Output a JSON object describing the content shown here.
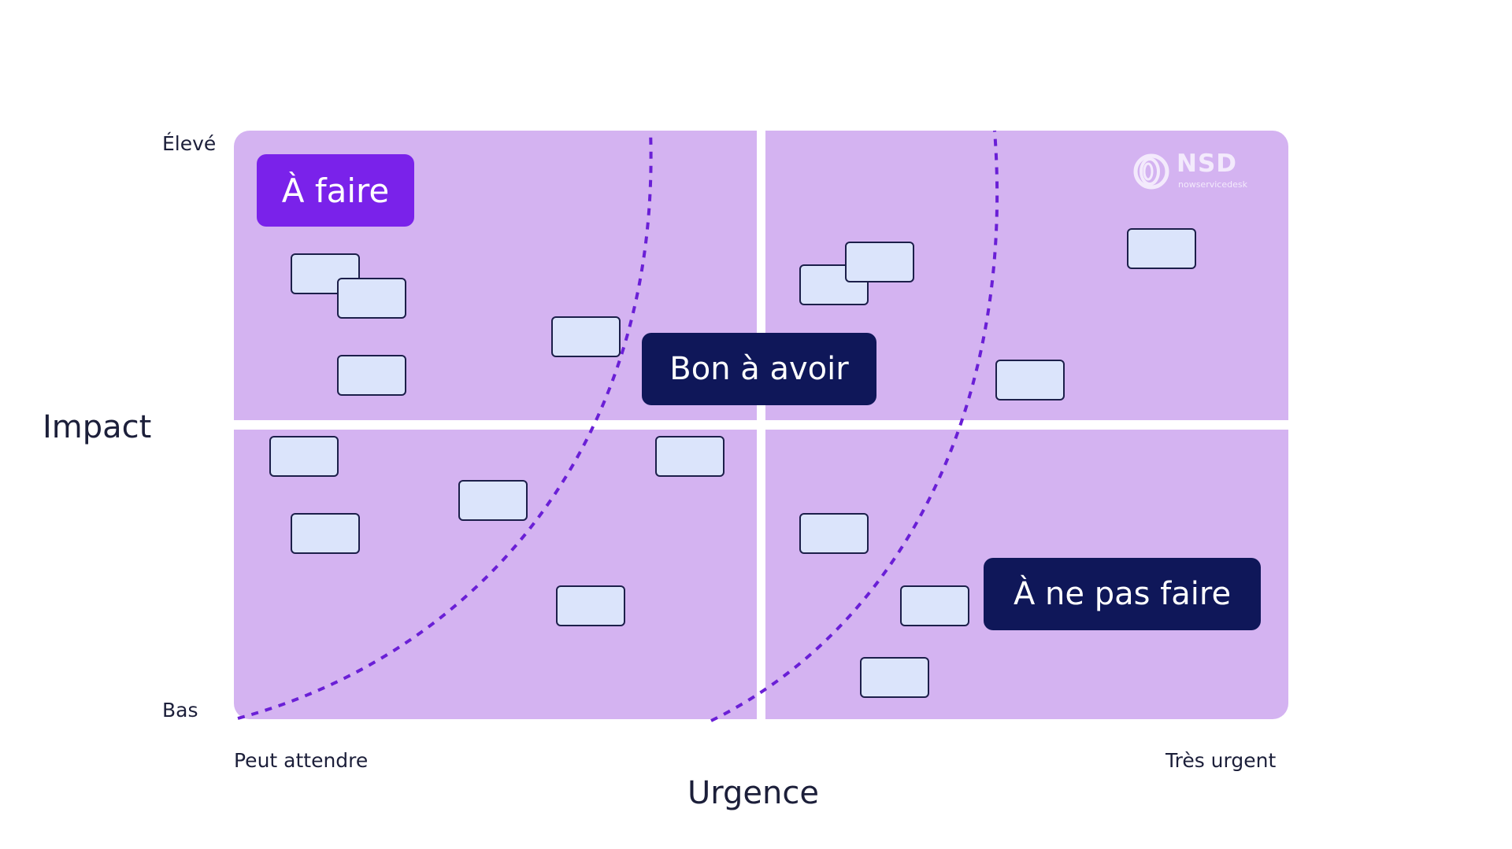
{
  "axes": {
    "y_title": "Impact",
    "y_high": "Élevé",
    "y_low": "Bas",
    "x_title": "Urgence",
    "x_low": "Peut attendre",
    "x_high": "Très urgent"
  },
  "labels": {
    "do": "À faire",
    "nice_to_have": "Bon à avoir",
    "dont_do": "À ne pas faire"
  },
  "logo": {
    "name": "NSD",
    "tagline": "nowservicedesk"
  },
  "colors": {
    "quadrant_fill": "#d4b3f1",
    "accent_purple": "#7a22ea",
    "navy": "#0f1759",
    "card_fill": "#dbe4fb",
    "dashed_curve": "#6a1fd6"
  }
}
